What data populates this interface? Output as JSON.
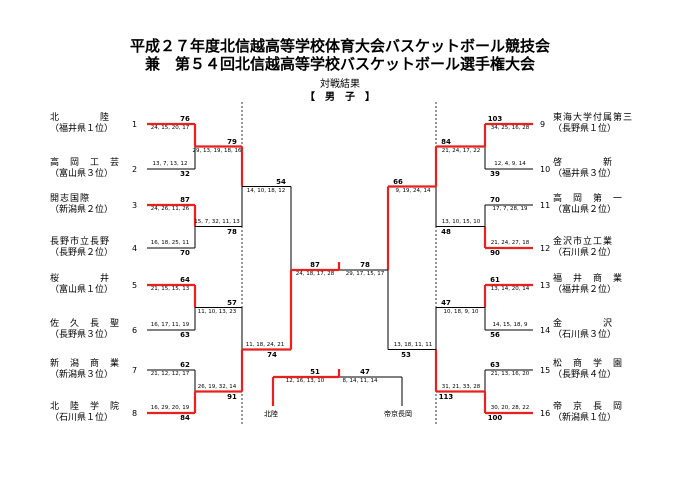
{
  "header": {
    "title_line1": "平成２７年度北信越高等学校体育大会バスケットボール競技会",
    "title_line2": "兼　第５４回北信越高等学校バスケットボール選手権大会",
    "subtitle": "対戦結果",
    "division": "【　男　子　】"
  },
  "left_teams": [
    {
      "seed": "1",
      "name": "北　　　　陸",
      "place": "（福井県１位）"
    },
    {
      "seed": "2",
      "name": "高　岡　工　芸",
      "place": "（富山県３位）"
    },
    {
      "seed": "3",
      "name": "開志国際",
      "place": "（新潟県２位）"
    },
    {
      "seed": "4",
      "name": "長野市立長野",
      "place": "（長野県２位）"
    },
    {
      "seed": "5",
      "name": "桜　　　　井",
      "place": "（富山県１位）"
    },
    {
      "seed": "6",
      "name": "佐　久　長　聖",
      "place": "（長野県３位）"
    },
    {
      "seed": "7",
      "name": "新　潟　商　業",
      "place": "（新潟県３位）"
    },
    {
      "seed": "8",
      "name": "北　陸　学　院",
      "place": "（石川県１位）"
    }
  ],
  "right_teams": [
    {
      "seed": "9",
      "name": "東海大学付属第三",
      "place": "（長野県１位）"
    },
    {
      "seed": "10",
      "name": "啓　　　　新",
      "place": "（福井県３位）"
    },
    {
      "seed": "11",
      "name": "高　岡　第　一",
      "place": "（富山県２位）"
    },
    {
      "seed": "12",
      "name": "金沢市立工業",
      "place": "（石川県２位）"
    },
    {
      "seed": "13",
      "name": "福　井　商　業",
      "place": "（福井県２位）"
    },
    {
      "seed": "14",
      "name": "金　　　　沢",
      "place": "（石川県３位）"
    },
    {
      "seed": "15",
      "name": "松　商　学　園",
      "place": "（長野県４位）"
    },
    {
      "seed": "16",
      "name": "帝　京　長　岡",
      "place": "（新潟県１位）"
    }
  ],
  "r1_left": [
    {
      "a": "76",
      "b": "32",
      "periods": "24, 15, 20, 17",
      "winner": "a"
    },
    {
      "a": "87",
      "b": "70",
      "periods": "24, 26, 11, 26",
      "winner": "a"
    },
    {
      "a": "64",
      "b": "63",
      "periods": "21, 15, 15, 13",
      "winner": "a"
    },
    {
      "a": "62",
      "b": "84",
      "periods": "21, 12, 12, 17",
      "winner": "b"
    }
  ],
  "r1_left_periods_b": [
    "13, 7, 13, 12",
    "16, 18, 25, 11",
    "16, 17, 11, 19",
    "16, 29, 20, 19"
  ],
  "r1_right": [
    {
      "a": "103",
      "b": "39",
      "periods": "34, 25, 16, 28",
      "periods_b": "12, 4, 9, 14",
      "winner": "a"
    },
    {
      "a": "70",
      "b": "90",
      "periods": "17, 7, 28, 19",
      "periods_b": "21, 24, 27, 18",
      "winner": "b"
    },
    {
      "a": "61",
      "b": "56",
      "periods": "13, 14, 20, 14",
      "periods_b": "14, 15, 18, 9",
      "winner": "a"
    },
    {
      "a": "63",
      "b": "100",
      "periods": "21, 13, 16, 20",
      "periods_b": "30, 20, 28, 22",
      "winner": "b"
    }
  ],
  "r2_left": [
    {
      "a": "79",
      "b": "78",
      "periods_a": "29, 13, 19, 18, 16",
      "periods_b": "15, 7, 32, 11, 13",
      "winner": "a"
    },
    {
      "a": "57",
      "b": "91",
      "periods_a": "11, 10, 13, 23",
      "periods_b": "26, 19, 32, 14",
      "winner": "b"
    }
  ],
  "r2_right": [
    {
      "a": "84",
      "b": "48",
      "periods_a": "21, 24, 17, 22",
      "periods_b": "13, 10, 15, 10",
      "winner": "a"
    },
    {
      "a": "47",
      "b": "113",
      "periods_a": "10, 18, 9, 10",
      "periods_b": "31, 21, 33, 28",
      "winner": "b"
    }
  ],
  "semi_left": {
    "a": "54",
    "b": "74",
    "periods_a": "14, 10, 18, 12",
    "periods_b": "11, 18, 24, 21",
    "winner": "b"
  },
  "semi_right": {
    "a": "66",
    "b": "53",
    "periods_a": "9, 19, 24, 14",
    "periods_b": "13, 18, 11, 11",
    "winner": "a"
  },
  "final_top": {
    "left": "87",
    "right": "78",
    "periods_left": "24, 18, 17, 28",
    "periods_right": "29, 17, 15, 17"
  },
  "final_bottom": {
    "left": "51",
    "right": "47",
    "periods_left": "12, 16, 13, 10",
    "periods_right": "8, 14, 11, 14",
    "label_left": "北陸",
    "label_right": "帝京長岡"
  },
  "colors": {
    "win_line": "#e8201e",
    "line": "#000000"
  }
}
